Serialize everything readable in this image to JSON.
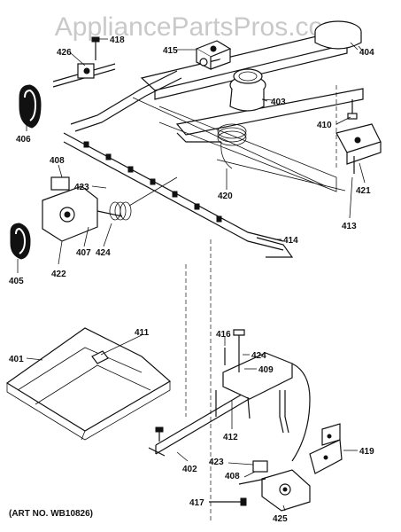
{
  "watermark": "AppliancePartsPros.com",
  "art_number": "(ART NO. WB10826)",
  "part_labels": [
    {
      "id": "p426",
      "text": "426"
    },
    {
      "id": "p418",
      "text": "418"
    },
    {
      "id": "p415",
      "text": "415"
    },
    {
      "id": "p404",
      "text": "404"
    },
    {
      "id": "p403",
      "text": "403"
    },
    {
      "id": "p410",
      "text": "410"
    },
    {
      "id": "p406",
      "text": "406"
    },
    {
      "id": "p408a",
      "text": "408"
    },
    {
      "id": "p423a",
      "text": "423"
    },
    {
      "id": "p420",
      "text": "420"
    },
    {
      "id": "p421",
      "text": "421"
    },
    {
      "id": "p413",
      "text": "413"
    },
    {
      "id": "p405",
      "text": "405"
    },
    {
      "id": "p422",
      "text": "422"
    },
    {
      "id": "p407",
      "text": "407"
    },
    {
      "id": "p424a",
      "text": "424"
    },
    {
      "id": "p414",
      "text": "414"
    },
    {
      "id": "p411",
      "text": "411"
    },
    {
      "id": "p401",
      "text": "401"
    },
    {
      "id": "p416",
      "text": "416"
    },
    {
      "id": "p424b",
      "text": "424"
    },
    {
      "id": "p409",
      "text": "409"
    },
    {
      "id": "p412",
      "text": "412"
    },
    {
      "id": "p402",
      "text": "402"
    },
    {
      "id": "p423b",
      "text": "423"
    },
    {
      "id": "p408b",
      "text": "408"
    },
    {
      "id": "p417",
      "text": "417"
    },
    {
      "id": "p425",
      "text": "425"
    },
    {
      "id": "p419",
      "text": "419"
    }
  ]
}
